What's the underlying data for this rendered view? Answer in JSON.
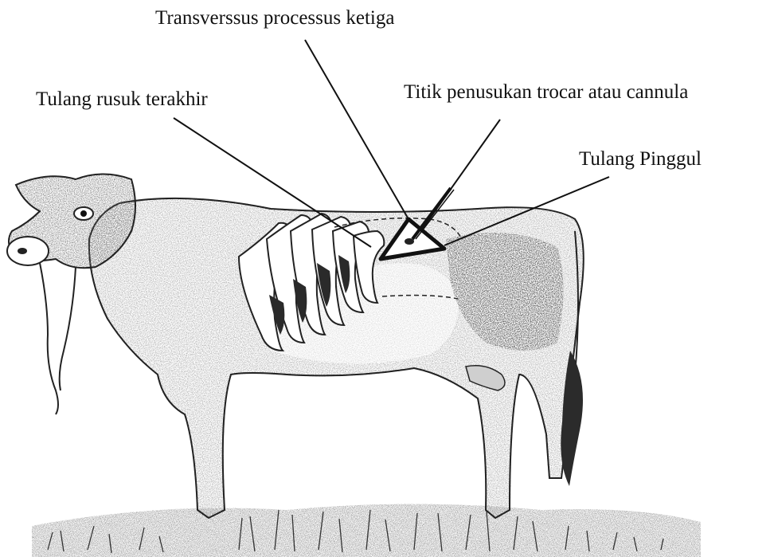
{
  "labels": {
    "transverse_process": "Transverssus processus ketiga",
    "last_rib": "Tulang rusuk terakhir",
    "trocar_point": "Titik penusukan trocar atau cannula",
    "hip_bone": "Tulang Pinggul"
  },
  "colors": {
    "ink": "#111111",
    "body_shade": "#9a9a9a",
    "dark_patch": "#3a3a3a",
    "background": "#ffffff"
  }
}
